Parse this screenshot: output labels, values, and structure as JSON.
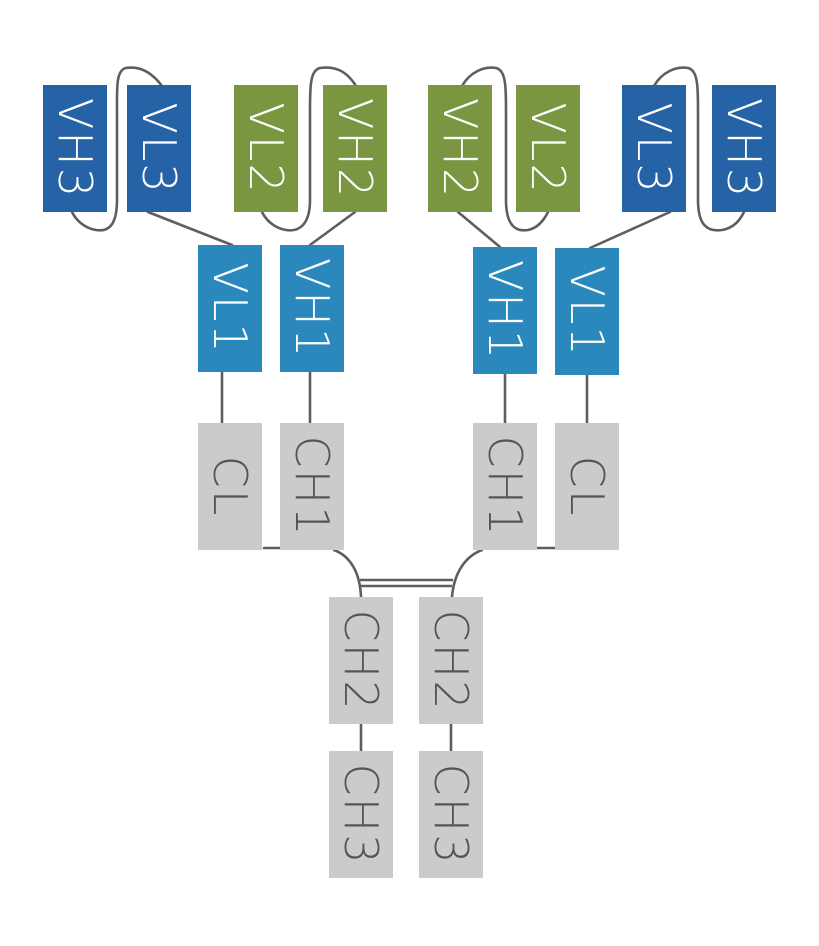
{
  "diagram": {
    "title": "Trispecific antibody domain architecture",
    "colors": {
      "dark_blue": "#2563a6",
      "green": "#7a9640",
      "light_blue": "#2b88bd",
      "gray": "#cbcbcb",
      "line": "#5e5e5e",
      "text_light": "#ffffff",
      "text_dark": "#555555"
    },
    "domains": [
      {
        "id": "vh3-a",
        "label": "VH3",
        "style": "dark_blue"
      },
      {
        "id": "vl3-a",
        "label": "VL3",
        "style": "dark_blue"
      },
      {
        "id": "vl2-a",
        "label": "VL2",
        "style": "green"
      },
      {
        "id": "vh2-a",
        "label": "VH2",
        "style": "green"
      },
      {
        "id": "vh2-b",
        "label": "VH2",
        "style": "green"
      },
      {
        "id": "vl2-b",
        "label": "VL2",
        "style": "green"
      },
      {
        "id": "vl3-b",
        "label": "VL3",
        "style": "dark_blue"
      },
      {
        "id": "vh3-b",
        "label": "VH3",
        "style": "dark_blue"
      },
      {
        "id": "vl1-a",
        "label": "VL1",
        "style": "light_blue"
      },
      {
        "id": "vh1-a",
        "label": "VH1",
        "style": "light_blue"
      },
      {
        "id": "vh1-b",
        "label": "VH1",
        "style": "light_blue"
      },
      {
        "id": "vl1-b",
        "label": "VL1",
        "style": "light_blue"
      },
      {
        "id": "cl-a",
        "label": "CL",
        "style": "gray"
      },
      {
        "id": "ch1-a",
        "label": "CH1",
        "style": "gray"
      },
      {
        "id": "ch1-b",
        "label": "CH1",
        "style": "gray"
      },
      {
        "id": "cl-b",
        "label": "CL",
        "style": "gray"
      },
      {
        "id": "ch2-a",
        "label": "CH2",
        "style": "gray"
      },
      {
        "id": "ch2-b",
        "label": "CH2",
        "style": "gray"
      },
      {
        "id": "ch3-a",
        "label": "CH3",
        "style": "gray"
      },
      {
        "id": "ch3-b",
        "label": "CH3",
        "style": "gray"
      }
    ],
    "connections": [
      {
        "from": "vh3-a",
        "to": "vl3-a",
        "kind": "loop"
      },
      {
        "from": "vl3-a",
        "to": "vl1-a",
        "kind": "linker"
      },
      {
        "from": "vl2-a",
        "to": "vh2-a",
        "kind": "loop"
      },
      {
        "from": "vh2-a",
        "to": "vh1-a",
        "kind": "linker"
      },
      {
        "from": "vh2-b",
        "to": "vl2-b",
        "kind": "loop"
      },
      {
        "from": "vh2-b",
        "to": "vh1-b",
        "kind": "linker"
      },
      {
        "from": "vl3-b",
        "to": "vh3-b",
        "kind": "loop"
      },
      {
        "from": "vl3-b",
        "to": "vl1-b",
        "kind": "linker"
      },
      {
        "from": "vl1-a",
        "to": "cl-a",
        "kind": "linker"
      },
      {
        "from": "vh1-a",
        "to": "ch1-a",
        "kind": "linker"
      },
      {
        "from": "vh1-b",
        "to": "ch1-b",
        "kind": "linker"
      },
      {
        "from": "vl1-b",
        "to": "cl-b",
        "kind": "linker"
      },
      {
        "from": "cl-a",
        "to": "ch1-a",
        "kind": "disulfide"
      },
      {
        "from": "ch1-b",
        "to": "cl-b",
        "kind": "disulfide"
      },
      {
        "from": "ch1-a",
        "to": "ch2-a",
        "kind": "hinge"
      },
      {
        "from": "ch1-b",
        "to": "ch2-b",
        "kind": "hinge"
      },
      {
        "from": "ch2-a",
        "to": "ch2-b",
        "kind": "hinge-disulfide"
      },
      {
        "from": "ch2-a",
        "to": "ch3-a",
        "kind": "linker"
      },
      {
        "from": "ch2-b",
        "to": "ch3-b",
        "kind": "linker"
      }
    ]
  }
}
